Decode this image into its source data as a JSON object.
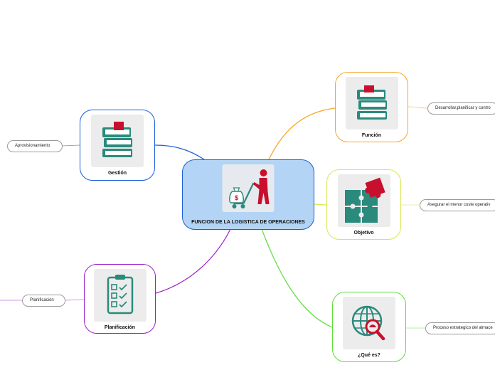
{
  "central": {
    "label": "FUNCION DE LA LOGISTICA DE OPERACIONES",
    "color": "#b3d4f5",
    "border": "#1a5fd8"
  },
  "topics": {
    "gestion": {
      "label": "Gestión",
      "color": "#1a5fd8",
      "icon": "books-icon"
    },
    "planificacion": {
      "label": "Planificación",
      "color": "#9b1fc9",
      "icon": "checklist-icon"
    },
    "funcion": {
      "label": "Función",
      "color": "#f5a623",
      "icon": "books-icon"
    },
    "objetivo": {
      "label": "Objetivo",
      "color": "#d7e84a",
      "icon": "puzzle-icon"
    },
    "que_es": {
      "label": "¿Qué es?",
      "color": "#5ddc3c",
      "icon": "globe-search-icon"
    }
  },
  "subtopics": {
    "aprovisionamiento": "Aprovisionamiento",
    "planificacion": "Planificación",
    "funcion_desc": "Desarrollar,planificar y contro",
    "objetivo_desc": "Asegurar el menor coste operativ",
    "que_es_desc": "Proceso estrategico del almace"
  },
  "colors": {
    "icon_teal": "#2a8a7c",
    "icon_red": "#c8102e",
    "icon_bg": "#ececec"
  }
}
